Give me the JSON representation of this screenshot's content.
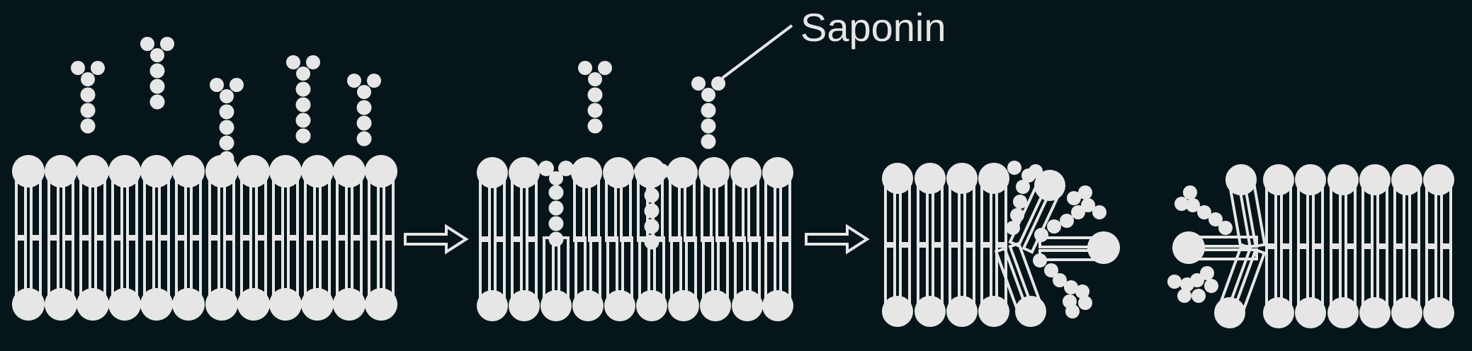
{
  "label": {
    "text": "Saponin"
  },
  "colors": {
    "background": "#06151a",
    "ink": "#e6e6e6"
  },
  "stages": [
    {
      "name": "intact-membrane",
      "free_saponins": 5
    },
    {
      "name": "saponin-inserted-membrane",
      "free_saponins": 2,
      "inserted_saponins": 2
    },
    {
      "name": "membrane-pore-forming"
    },
    {
      "name": "membrane-lysed"
    }
  ],
  "transitions": [
    {
      "from": "intact-membrane",
      "to": "saponin-inserted-membrane",
      "icon": "right-arrow-icon"
    },
    {
      "from": "saponin-inserted-membrane",
      "to": "membrane-pore-forming",
      "icon": "right-arrow-icon"
    }
  ]
}
